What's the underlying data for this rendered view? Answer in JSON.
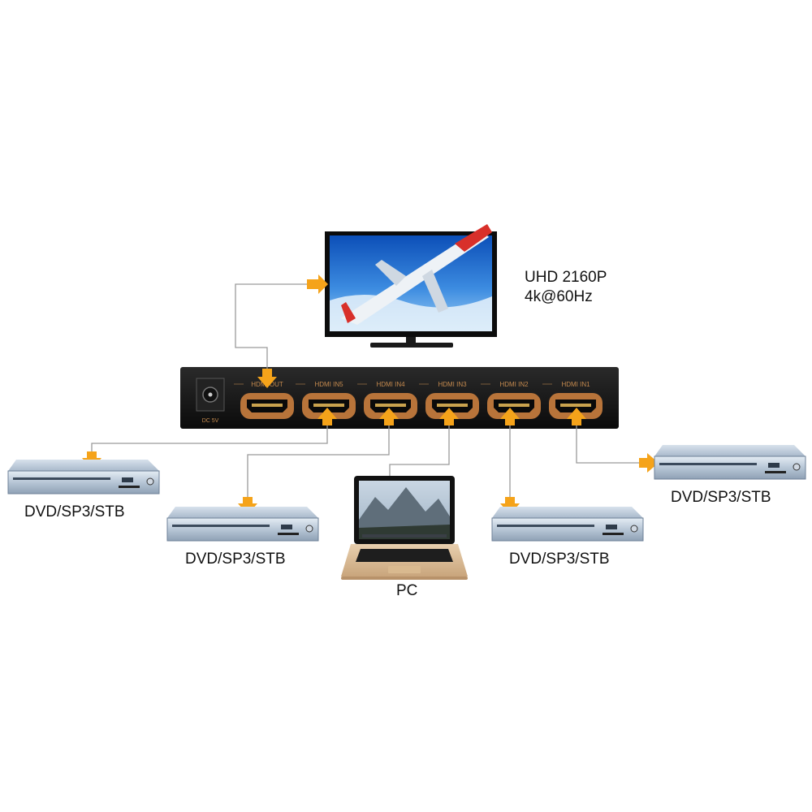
{
  "display": {
    "spec_line1": "UHD 2160P",
    "spec_line2": "4k@60Hz"
  },
  "switcher": {
    "ports": [
      "HDMI OUT",
      "HDMI IN5",
      "HDMI IN4",
      "HDMI IN3",
      "HDMI IN2",
      "HDMI IN1"
    ],
    "power_label": "DC 5V"
  },
  "sources": [
    {
      "label": "DVD/SP3/STB"
    },
    {
      "label": "DVD/SP3/STB"
    },
    {
      "label": "PC"
    },
    {
      "label": "DVD/SP3/STB"
    },
    {
      "label": "DVD/SP3/STB"
    }
  ],
  "colors": {
    "arrow": "#f5a31a",
    "cable": "#9a9a9a",
    "port_trim": "#b8743a",
    "chassis": "#141414"
  }
}
